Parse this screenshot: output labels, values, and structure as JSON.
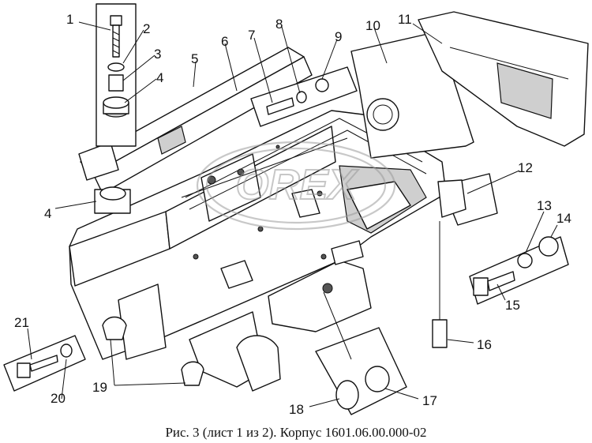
{
  "caption": "Рис. 3 (лист 1 из 2). Корпус 1601.06.00.000-02",
  "watermark": "OREX",
  "callouts": [
    "1",
    "2",
    "3",
    "4",
    "4",
    "5",
    "6",
    "7",
    "8",
    "9",
    "10",
    "11",
    "12",
    "13",
    "14",
    "15",
    "16",
    "17",
    "18",
    "19",
    "20",
    "21"
  ],
  "colors": {
    "line": "#111111",
    "background": "#ffffff",
    "watermark": "#9a9a9a"
  }
}
